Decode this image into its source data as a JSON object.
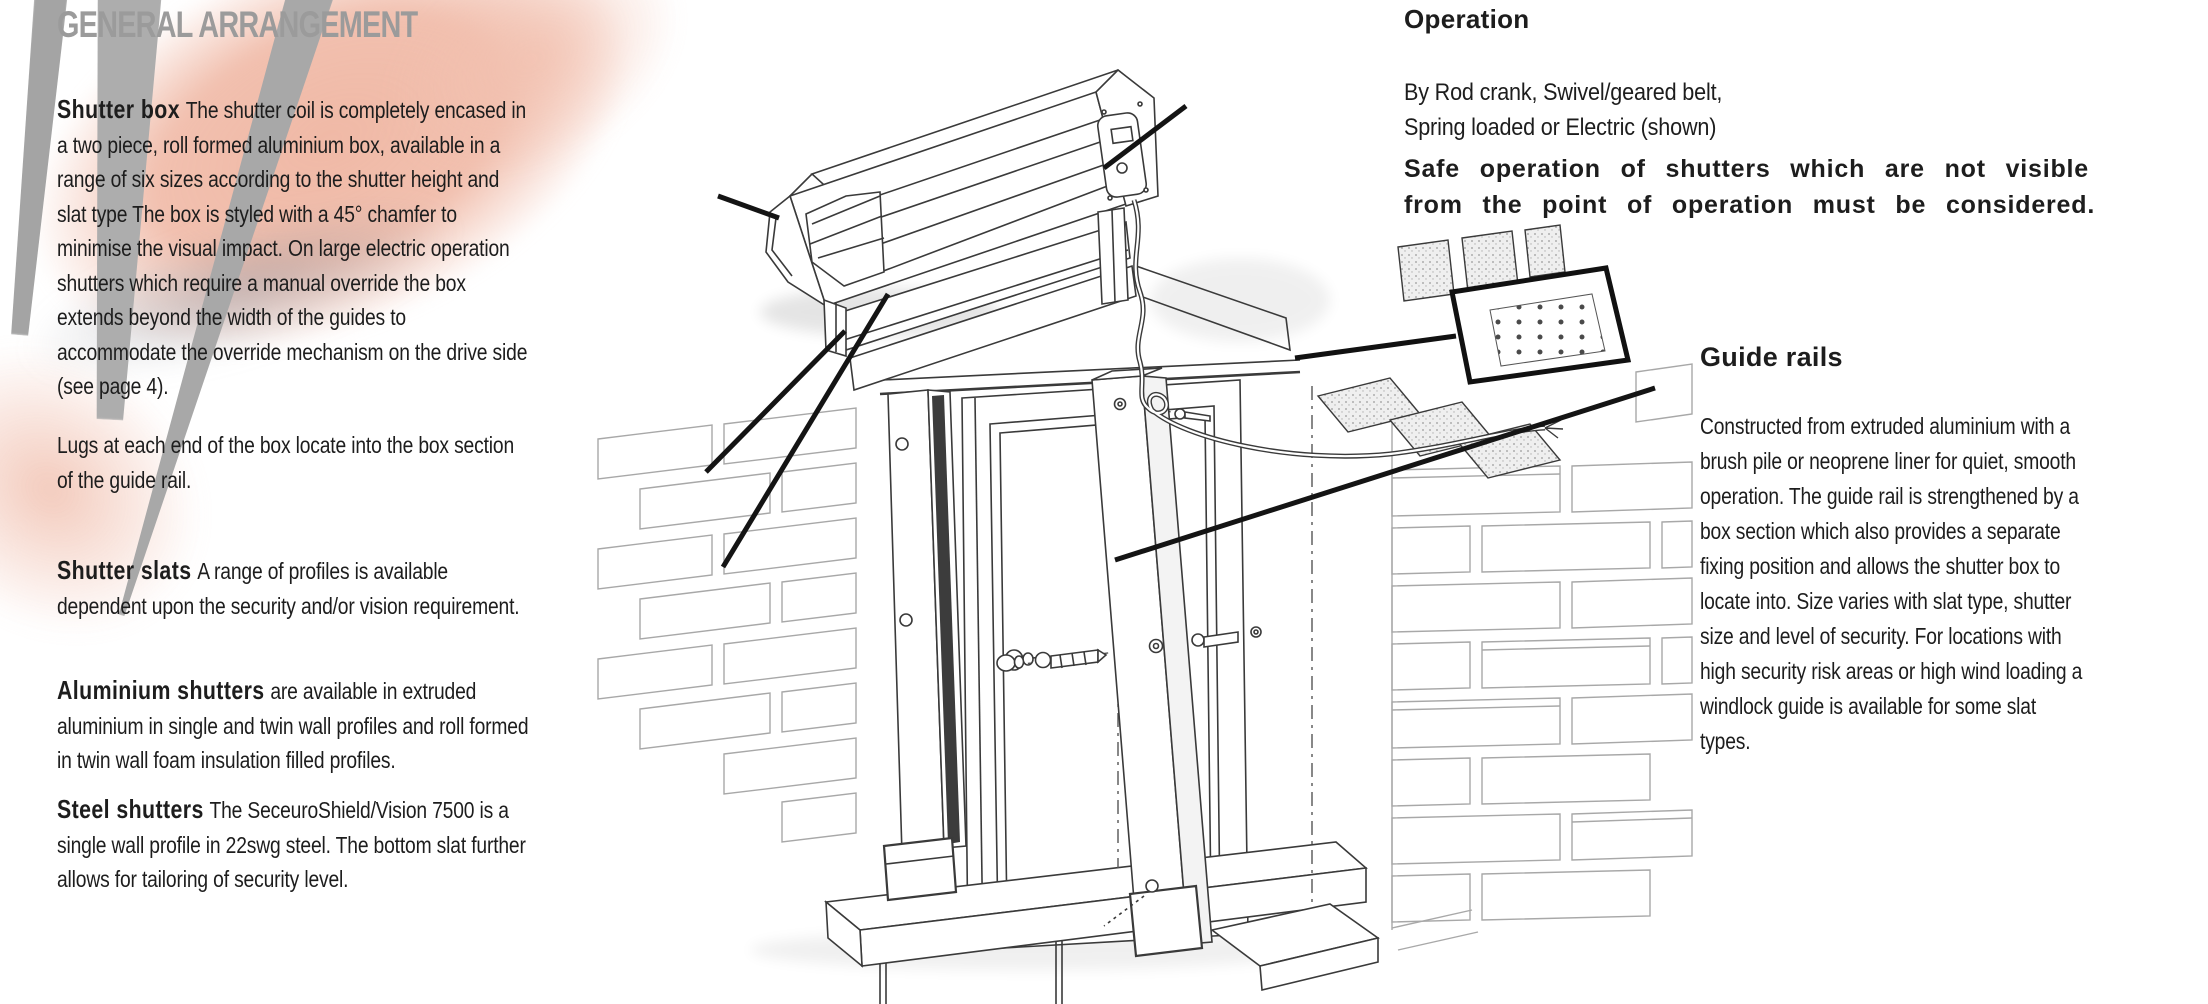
{
  "page": {
    "title": "GENERAL ARRANGEMENT"
  },
  "left_column": {
    "sections": [
      {
        "heading": "Shutter box",
        "body": "The shutter coil is completely encased in a two piece, roll formed aluminium box, available in a range of six sizes according to the shutter height and slat type The box is styled with a 45° chamfer to minimise the visual impact. On large electric operation shutters which require a manual override the box extends beyond the width of the guides to accommodate the override mechanism on the drive side (see page 4)."
      },
      {
        "heading": "",
        "body": "Lugs at each end of the box locate into the box section of the guide rail."
      },
      {
        "heading": "Shutter slats",
        "body": "A range of profiles is available dependent upon the security and/or vision requirement."
      },
      {
        "heading": "Aluminium shutters",
        "body": "are available in extruded aluminium in single and twin wall profiles and roll formed in twin wall foam insulation filled profiles."
      },
      {
        "heading": "Steel shutters",
        "body": "The SeceuroShield/Vision 7500 is a single wall profile in 22swg steel. The bottom slat further allows for tailoring of security level."
      }
    ]
  },
  "operation": {
    "heading": "Operation",
    "lines": [
      "By Rod crank, Swivel/geared belt,",
      "Spring loaded or Electric (shown)"
    ],
    "warning": [
      "Safe operation of shutters which are not visible",
      "from the point of operation must be considered."
    ]
  },
  "guide_rails": {
    "heading": "Guide rails",
    "body": "Constructed from extruded aluminium with a brush pile or neoprene liner for quiet, smooth operation. The guide rail is strengthened by a box section which also provides a separate fixing position and allows the shutter box to locate into. Size varies with slat type, shutter size and level of security. For locations with high security risk areas or high wind loading a windlock guide is available for some slat types."
  },
  "illustration": {
    "description": "Isometric technical line drawing of a roller shutter installation: shutter box with electric motor, curtain, guide rails, door with glazing, brickwork, vent and fixing screws"
  },
  "colors": {
    "accent_pink": "#f0b9a6",
    "title_gray": "#9b9b9b",
    "ink": "#1d1d1d",
    "drawing_line": "#3a3a3a",
    "leader_line": "#141414"
  }
}
